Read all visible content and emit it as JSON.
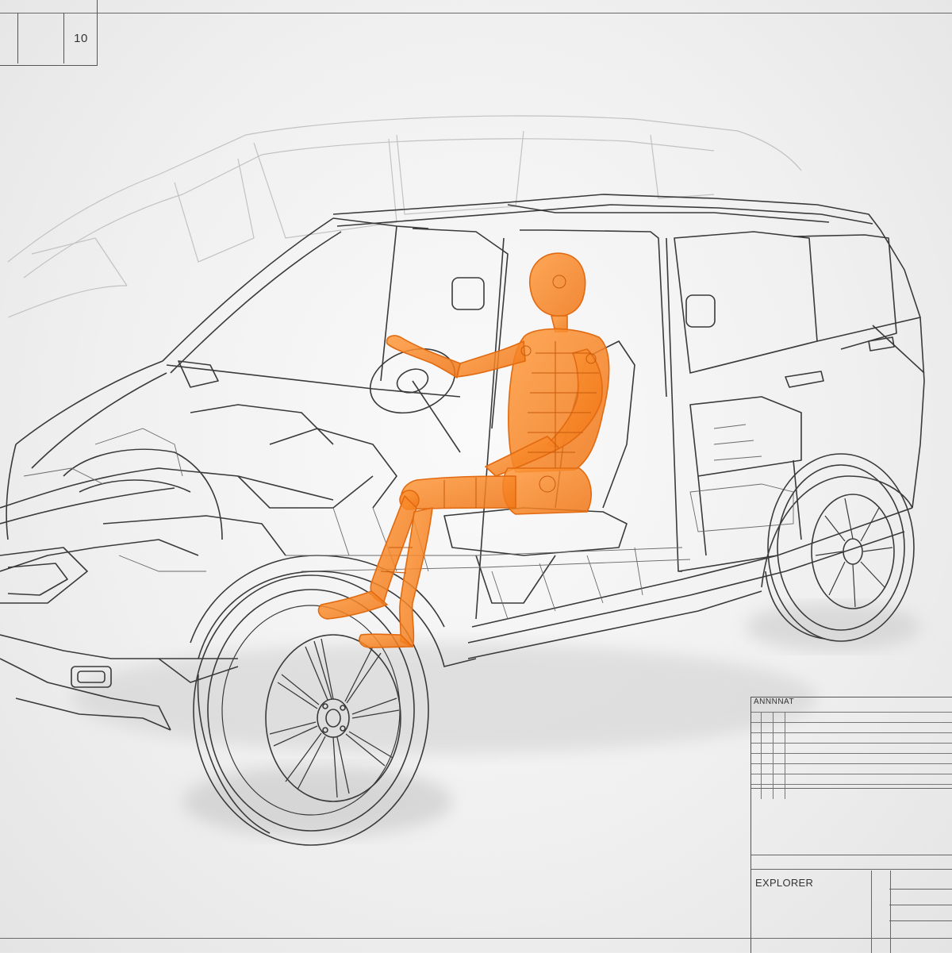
{
  "sheet": {
    "number": "10"
  },
  "title_block": {
    "header": "ANNNNAT",
    "rows": [
      {
        "c1": "",
        "c2": "",
        "c3": "",
        "c4": ""
      },
      {
        "c1": "",
        "c2": "",
        "c3": "",
        "c4": ""
      },
      {
        "c1": "",
        "c2": "",
        "c3": "",
        "c4": ""
      },
      {
        "c1": "",
        "c2": "",
        "c3": "",
        "c4": ""
      },
      {
        "c1": "",
        "c2": "",
        "c3": "",
        "c4": ""
      },
      {
        "c1": "",
        "c2": "",
        "c3": "",
        "c4": ""
      },
      {
        "c1": "",
        "c2": "",
        "c3": "",
        "c4": ""
      },
      {
        "c1": "",
        "c2": "",
        "c3": "",
        "c4": ""
      }
    ],
    "model_name": "EXPLORER"
  },
  "colors": {
    "line": "#3a3a3a",
    "ghost_line": "#bdbdbd",
    "dummy_fill": "#f58a2a",
    "dummy_stroke": "#e26a10",
    "shadow": "#cfcfcf"
  },
  "icons": [
    "suv-wireframe",
    "crash-test-dummy",
    "wheel-front",
    "wheel-rear"
  ]
}
